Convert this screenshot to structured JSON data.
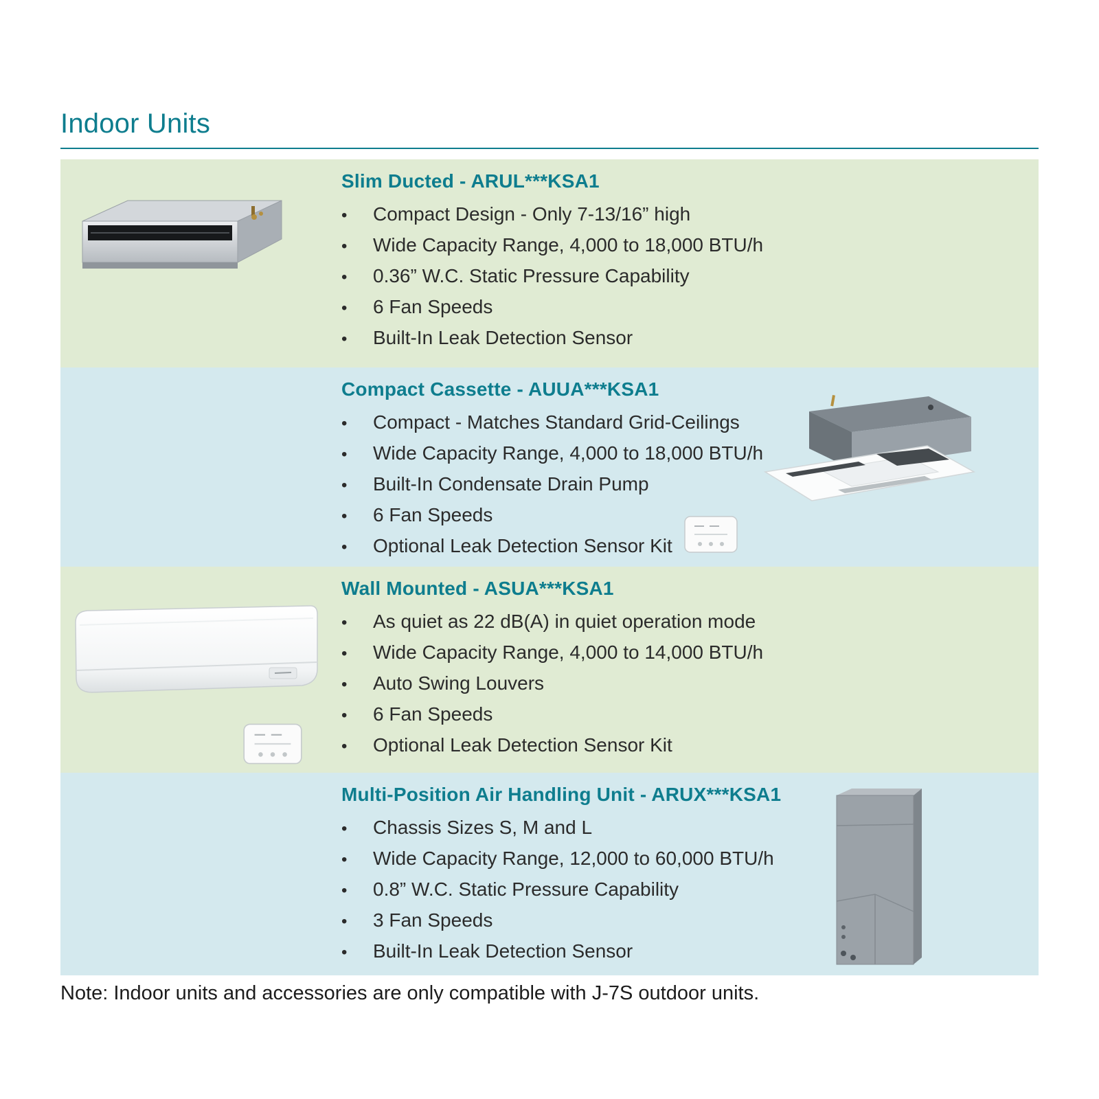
{
  "page": {
    "title": "Indoor Units",
    "note": "Note: Indoor units and accessories are only compatible with J-7S outdoor units."
  },
  "colors": {
    "teal": "#0e7d8e",
    "band_green": "#e0ebd3",
    "band_blue": "#d4e9ee",
    "text": "#2b2b2b"
  },
  "sections": [
    {
      "id": "slim-ducted",
      "heading": "Slim Ducted - ARUL***KSA1",
      "image": "slim-ducted-unit",
      "image_side": "left",
      "bullets": [
        "Compact Design - Only 7-13/16” high",
        "Wide Capacity Range, 4,000 to 18,000 BTU/h",
        "0.36” W.C. Static Pressure Capability",
        "6 Fan Speeds",
        "Built-In Leak Detection Sensor"
      ]
    },
    {
      "id": "compact-cassette",
      "heading": "Compact Cassette - AUUA***KSA1",
      "image": "compact-cassette-unit-with-remote",
      "image_side": "right",
      "bullets": [
        "Compact - Matches Standard Grid-Ceilings",
        "Wide Capacity Range, 4,000 to 18,000 BTU/h",
        "Built-In Condensate Drain Pump",
        "6 Fan Speeds",
        "Optional Leak Detection Sensor Kit"
      ]
    },
    {
      "id": "wall-mounted",
      "heading": "Wall Mounted - ASUA***KSA1",
      "image": "wall-mounted-unit-with-remote",
      "image_side": "left",
      "bullets": [
        "As quiet as 22 dB(A) in quiet operation mode",
        "Wide Capacity Range, 4,000 to 14,000 BTU/h",
        "Auto Swing Louvers",
        "6 Fan Speeds",
        "Optional Leak Detection Sensor Kit"
      ]
    },
    {
      "id": "multi-position-air-handler",
      "heading": "Multi-Position Air Handling Unit - ARUX***KSA1",
      "image": "air-handler-unit",
      "image_side": "right",
      "bullets": [
        "Chassis Sizes S, M and L",
        "Wide Capacity Range, 12,000 to 60,000 BTU/h",
        "0.8” W.C. Static Pressure Capability",
        "3 Fan Speeds",
        "Built-In Leak Detection Sensor"
      ]
    }
  ]
}
